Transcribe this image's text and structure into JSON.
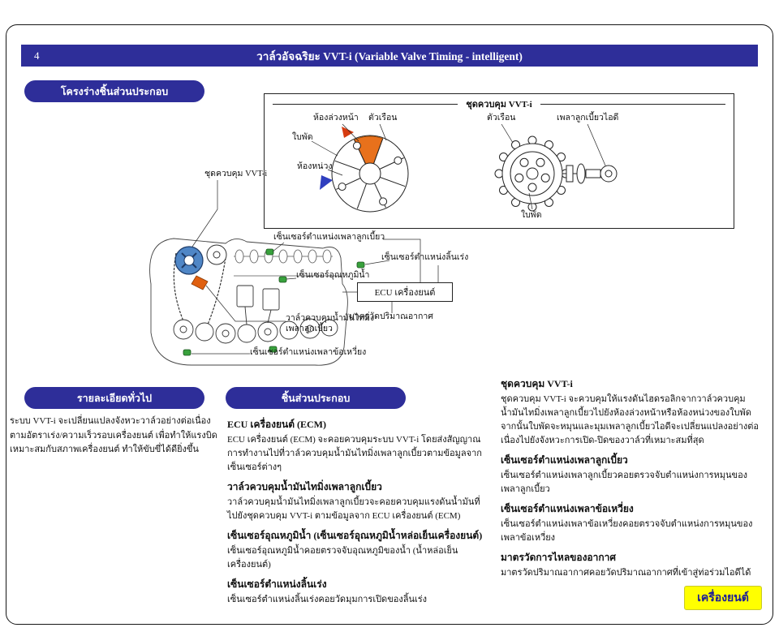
{
  "page": {
    "number": "4",
    "title": "วาล์วอัจฉริยะ VVT-i (Variable Valve Timing - intelligent)",
    "corner_badge": "เครื่องยนต์"
  },
  "badges": {
    "outline": "โครงร่างชิ้นส่วนประกอบ",
    "general": "รายละเอียดทั่วไป",
    "components": "ชิ้นส่วนประกอบ"
  },
  "colors": {
    "header_bg": "#2e2e99",
    "corner_badge_bg": "#ffff00",
    "vvti_gear_blue": "#4f86c6",
    "sensor_green": "#38a13c",
    "oil_valve_orange": "#e06010"
  },
  "vvti_box": {
    "title": "ชุดควบคุม VVT-i",
    "labels": {
      "advance_chamber": "ห้องล่วงหน้า",
      "housing_left": "ตัวเรือน",
      "vane_left": "ใบพัด",
      "retard_chamber": "ห้องหน่วง",
      "housing_right": "ตัวเรือน",
      "intake_camshaft": "เพลาลูกเบี้ยวไอดี",
      "vane_right": "ใบพัด"
    }
  },
  "engine": {
    "labels": {
      "vvti_unit": "ชุดควบคุม VVT-i",
      "camshaft_position_sensor": "เซ็นเซอร์ตำแหน่งเพลาลูกเบี้ยว",
      "throttle_position_sensor": "เซ็นเซอร์ตำแหน่งลิ้นเร่ง",
      "water_temp_sensor": "เซ็นเซอร์อุณหภูมิน้ำ",
      "ecu": "ECU เครื่องยนต์",
      "air_flow_meter": "มาตรวัดปริมาณอากาศ",
      "oil_control_valve_line1": "วาล์วควบคุมน้ำมันไทมิ่ง",
      "oil_control_valve_line2": "เพลาลูกเบี้ยว",
      "crankshaft_position_sensor": "เซ็นเซอร์ตำแหน่งเพลาข้อเหวี่ยง"
    }
  },
  "sections": {
    "general": {
      "body": "ระบบ VVT-i จะเปลี่ยนแปลงจังหวะวาล์วอย่างต่อเนื่อง ตามอัตราเร่ง/ความเร็วรอบเครื่องยนต์ เพื่อทำให้แรงบิดเหมาะสมกับสภาพเครื่องยนต์ ทำให้ขับขี่ได้ดียิ่งขึ้น"
    },
    "components": {
      "items": [
        {
          "title": "ECU เครื่องยนต์ (ECM)",
          "body": "ECU เครื่องยนต์ (ECM) จะคอยควบคุมระบบ VVT-i โดยส่งสัญญาณการทำงานไปที่วาล์วควบคุมน้ำมันไทมิ่งเพลาลูกเบี้ยวตามข้อมูลจากเซ็นเซอร์ต่างๆ"
        },
        {
          "title": "วาล์วควบคุมน้ำมันไทมิ่งเพลาลูกเบี้ยว",
          "body": "วาล์วควบคุมน้ำมันไทมิ่งเพลาลูกเบี้ยวจะคอยควบคุมแรงดันน้ำมันที่ไปยังชุดควบคุม VVT-i ตามข้อมูลจาก ECU เครื่องยนต์ (ECM)"
        },
        {
          "title": "เซ็นเซอร์อุณหภูมิน้ำ (เซ็นเซอร์อุณหภูมิน้ำหล่อเย็นเครื่องยนต์)",
          "body": "เซ็นเซอร์อุณหภูมิน้ำคอยตรวจจับอุณหภูมิของน้ำ (น้ำหล่อเย็นเครื่องยนต์)"
        },
        {
          "title": "เซ็นเซอร์ตำแหน่งลิ้นเร่ง",
          "body": "เซ็นเซอร์ตำแหน่งลิ้นเร่งคอยวัดมุมการเปิดของลิ้นเร่ง"
        }
      ]
    },
    "right_column": {
      "items": [
        {
          "title": "ชุดควบคุม VVT-i",
          "body": "ชุดควบคุม VVT-i จะควบคุมให้แรงดันไฮดรอลิกจากวาล์วควบคุมน้ำมันไทมิ่งเพลาลูกเบี้ยวไปยังห้องล่วงหน้าหรือห้องหน่วงของใบพัด จากนั้นใบพัดจะหมุนและมุมเพลาลูกเบี้ยวไอดีจะเปลี่ยนแปลงอย่างต่อเนื่องไปยังจังหวะการเปิด-ปิดของวาล์วที่เหมาะสมที่สุด"
        },
        {
          "title": "เซ็นเซอร์ตำแหน่งเพลาลูกเบี้ยว",
          "body": "เซ็นเซอร์ตำแหน่งเพลาลูกเบี้ยวคอยตรวจจับตำแหน่งการหมุนของเพลาลูกเบี้ยว"
        },
        {
          "title": "เซ็นเซอร์ตำแหน่งเพลาข้อเหวี่ยง",
          "body": "เซ็นเซอร์ตำแหน่งเพลาข้อเหวี่ยงคอยตรวจจับตำแหน่งการหมุนของเพลาข้อเหวี่ยง"
        },
        {
          "title": "มาตรวัดการไหลของอากาศ",
          "body": "มาตรวัดปริมาณอากาศคอยวัดปริมาณอากาศที่เข้าสู่ท่อร่วมไอดีได้"
        }
      ]
    }
  }
}
